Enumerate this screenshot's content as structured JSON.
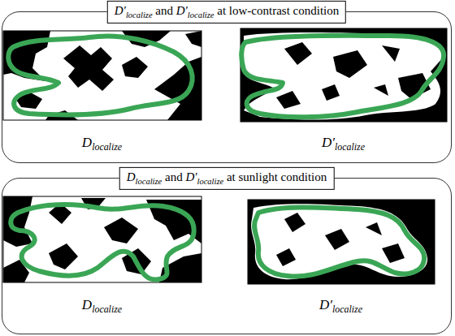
{
  "diagram": {
    "nodes": [
      {
        "text": [
          "D′localize and D′localize at low-contrast condition"
        ]
      },
      {
        "text": [
          "Dlocalize"
        ],
        "in": 0
      },
      {
        "text": [
          "D′localize"
        ],
        "in": 0
      },
      {
        "text": [
          "Dlocalize and D′localize at sunlight condition"
        ]
      },
      {
        "text": [
          "Dlocalize"
        ],
        "in": 3
      },
      {
        "text": [
          "D′localize"
        ],
        "in": 3
      }
    ]
  }
}
